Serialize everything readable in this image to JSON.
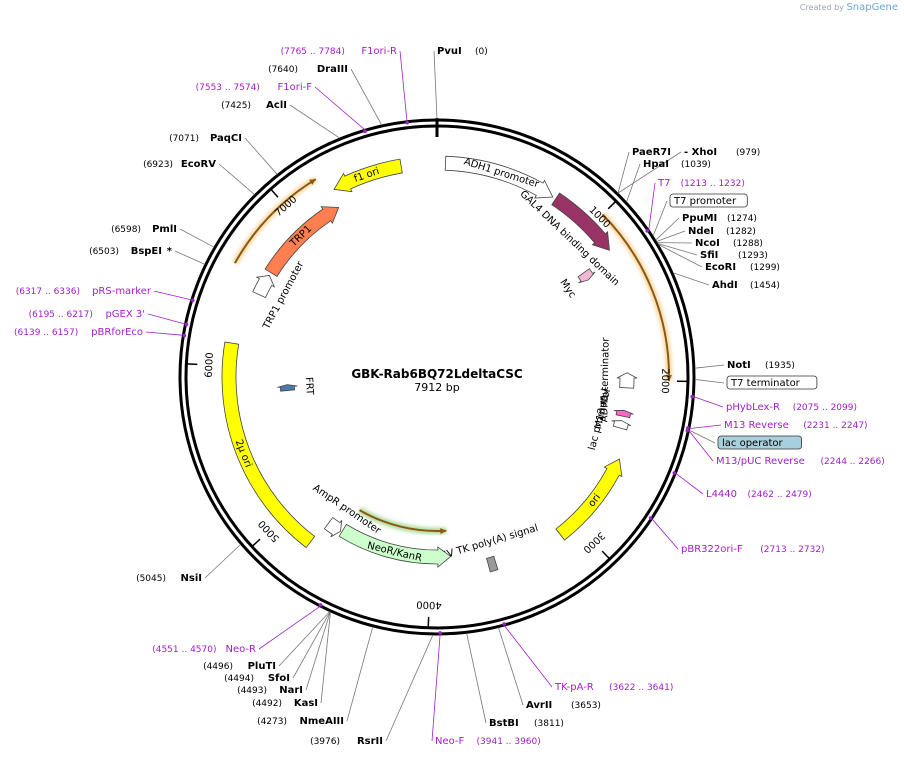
{
  "credit": {
    "prefix": "Created by",
    "brand": "SnapGene"
  },
  "plasmid": {
    "name": "GBK-Rab6BQ72LdeltaCSC",
    "size_label": "7912 bp",
    "length": 7912
  },
  "ticks": [
    {
      "pos": 1000,
      "label": "1000"
    },
    {
      "pos": 2000,
      "label": "2000"
    },
    {
      "pos": 3000,
      "label": "3000"
    },
    {
      "pos": 4000,
      "label": "4000"
    },
    {
      "pos": 5000,
      "label": "5000"
    },
    {
      "pos": 6000,
      "label": "6000"
    },
    {
      "pos": 7000,
      "label": "7000"
    }
  ],
  "sites": [
    {
      "id": "pvui",
      "name": "PvuI",
      "pos": 0,
      "coord": "(0)",
      "bold": true,
      "color": "#000000"
    },
    {
      "id": "paer7i",
      "name": "PaeR7I",
      "pos": 979,
      "coord": "",
      "bold": true,
      "color": "#000000"
    },
    {
      "id": "xhoi",
      "name": "- XhoI",
      "pos": 979,
      "coord": "(979)",
      "bold": true,
      "color": "#000000"
    },
    {
      "id": "hpai",
      "name": "HpaI",
      "pos": 1039,
      "coord": "(1039)",
      "bold": true,
      "color": "#000000"
    },
    {
      "id": "t7",
      "name": "T7",
      "pos": 1213,
      "coord": "(1213 .. 1232)",
      "bold": false,
      "color": "#a020c8"
    },
    {
      "id": "t7-promoter",
      "name": "T7 promoter",
      "pos": 1250,
      "coord": "",
      "bold": false,
      "color": "#000000",
      "boxed": true
    },
    {
      "id": "ppumi",
      "name": "PpuMI",
      "pos": 1274,
      "coord": "(1274)",
      "bold": true,
      "color": "#000000"
    },
    {
      "id": "ndei",
      "name": "NdeI",
      "pos": 1282,
      "coord": "(1282)",
      "bold": true,
      "color": "#000000"
    },
    {
      "id": "ncoi",
      "name": "NcoI",
      "pos": 1288,
      "coord": "(1288)",
      "bold": true,
      "color": "#000000"
    },
    {
      "id": "sfii",
      "name": "SfiI",
      "pos": 1293,
      "coord": "(1293)",
      "bold": true,
      "color": "#000000"
    },
    {
      "id": "ecori",
      "name": "EcoRI",
      "pos": 1299,
      "coord": "(1299)",
      "bold": true,
      "color": "#000000"
    },
    {
      "id": "ahdi",
      "name": "AhdI",
      "pos": 1454,
      "coord": "(1454)",
      "bold": true,
      "color": "#000000"
    },
    {
      "id": "noti",
      "name": "NotI",
      "pos": 1935,
      "coord": "(1935)",
      "bold": true,
      "color": "#000000"
    },
    {
      "id": "t7-terminator",
      "name": "T7 terminator",
      "pos": 1990,
      "coord": "",
      "bold": false,
      "color": "#000000",
      "boxed": true
    },
    {
      "id": "phyblex-r",
      "name": "pHybLex-R",
      "pos": 2075,
      "coord": "(2075 .. 2099)",
      "bold": false,
      "color": "#a020c8"
    },
    {
      "id": "m13-reverse",
      "name": "M13 Reverse",
      "pos": 2231,
      "coord": "(2231 .. 2247)",
      "bold": false,
      "color": "#a020c8"
    },
    {
      "id": "lac-operator",
      "name": "lac operator",
      "pos": 2240,
      "coord": "",
      "bold": false,
      "color": "#000000",
      "boxed": true,
      "fill": "#a8d0dc"
    },
    {
      "id": "m13-puc-reverse",
      "name": "M13/pUC Reverse",
      "pos": 2244,
      "coord": "(2244 .. 2266)",
      "bold": false,
      "color": "#a020c8"
    },
    {
      "id": "l4440",
      "name": "L4440",
      "pos": 2462,
      "coord": "(2462 .. 2479)",
      "bold": false,
      "color": "#a020c8"
    },
    {
      "id": "pbr322ori-f",
      "name": "pBR322ori-F",
      "pos": 2713,
      "coord": "(2713 .. 2732)",
      "bold": false,
      "color": "#a020c8"
    },
    {
      "id": "tk-pa-r",
      "name": "TK-pA-R",
      "pos": 3622,
      "coord": "(3622 .. 3641)",
      "bold": false,
      "color": "#a020c8"
    },
    {
      "id": "avrii",
      "name": "AvrII",
      "pos": 3653,
      "coord": "(3653)",
      "bold": true,
      "color": "#000000"
    },
    {
      "id": "bstbi",
      "name": "BstBI",
      "pos": 3811,
      "coord": "(3811)",
      "bold": true,
      "color": "#000000"
    },
    {
      "id": "neo-f",
      "name": "Neo-F",
      "pos": 3941,
      "coord": "(3941 .. 3960)",
      "bold": false,
      "color": "#a020c8"
    },
    {
      "id": "rsrii",
      "name": "RsrII",
      "pos": 3976,
      "coord": "(3976)",
      "bold": true,
      "color": "#000000"
    },
    {
      "id": "nmeaiii",
      "name": "NmeAIII",
      "pos": 4273,
      "coord": "(4273)",
      "bold": true,
      "color": "#000000"
    },
    {
      "id": "kasi",
      "name": "KasI",
      "pos": 4492,
      "coord": "(4492)",
      "bold": true,
      "color": "#000000"
    },
    {
      "id": "nari",
      "name": "NarI",
      "pos": 4493,
      "coord": "(4493)",
      "bold": true,
      "color": "#000000"
    },
    {
      "id": "sfoi",
      "name": "SfoI",
      "pos": 4494,
      "coord": "(4494)",
      "bold": true,
      "color": "#000000"
    },
    {
      "id": "pluti",
      "name": "PluTI",
      "pos": 4496,
      "coord": "(4496)",
      "bold": true,
      "color": "#000000"
    },
    {
      "id": "neo-r",
      "name": "Neo-R",
      "pos": 4551,
      "coord": "(4551 .. 4570)",
      "bold": false,
      "color": "#a020c8"
    },
    {
      "id": "nsii",
      "name": "NsiI",
      "pos": 5045,
      "coord": "(5045)",
      "bold": true,
      "color": "#000000"
    },
    {
      "id": "pbrforeco",
      "name": "pBRforEco",
      "pos": 6139,
      "coord": "(6139 .. 6157)",
      "bold": false,
      "color": "#a020c8"
    },
    {
      "id": "pgex-3",
      "name": "pGEX 3'",
      "pos": 6195,
      "coord": "(6195 .. 6217)",
      "bold": false,
      "color": "#a020c8"
    },
    {
      "id": "prs-marker",
      "name": "pRS-marker",
      "pos": 6317,
      "coord": "(6317 .. 6336)",
      "bold": false,
      "color": "#a020c8"
    },
    {
      "id": "bspei",
      "name": "BspEI",
      "pos": 6503,
      "coord": "(6503)",
      "bold": true,
      "color": "#000000",
      "star": "*"
    },
    {
      "id": "pmli",
      "name": "PmlI",
      "pos": 6598,
      "coord": "(6598)",
      "bold": true,
      "color": "#000000"
    },
    {
      "id": "ecorv",
      "name": "EcoRV",
      "pos": 6923,
      "coord": "(6923)",
      "bold": true,
      "color": "#000000"
    },
    {
      "id": "paqci",
      "name": "PaqCI",
      "pos": 7071,
      "coord": "(7071)",
      "bold": true,
      "color": "#000000"
    },
    {
      "id": "acli",
      "name": "AclI",
      "pos": 7425,
      "coord": "(7425)",
      "bold": true,
      "color": "#000000"
    },
    {
      "id": "f1ori-f",
      "name": "F1ori-F",
      "pos": 7553,
      "coord": "(7553 .. 7574)",
      "bold": false,
      "color": "#a020c8"
    },
    {
      "id": "draiii",
      "name": "DraIII",
      "pos": 7640,
      "coord": "(7640)",
      "bold": true,
      "color": "#000000"
    },
    {
      "id": "f1ori-r",
      "name": "F1ori-R",
      "pos": 7765,
      "coord": "(7765 .. 7784)",
      "bold": false,
      "color": "#a020c8"
    }
  ],
  "features": [
    {
      "id": "f1-ori",
      "label": "f1 ori",
      "start": 7280,
      "end": 7700,
      "strand": -1,
      "color": "#ffff00"
    },
    {
      "id": "adh1-promoter",
      "label": "ADH1 promoter",
      "start": 50,
      "end": 720,
      "strand": 1,
      "color": "#ffffff"
    },
    {
      "id": "gal4-dna-binding-domain",
      "label": "GAL4 DNA binding domain",
      "start": 740,
      "end": 1180,
      "strand": 1,
      "color": "#993366"
    },
    {
      "id": "myc",
      "label": "Myc",
      "start": 1200,
      "end": 1260,
      "strand": 1,
      "color": "#f4b6d6"
    },
    {
      "id": "adh1-terminator",
      "label": "ADH1 terminator",
      "start": 1950,
      "end": 2050,
      "strand": -1,
      "color": "#ffffff"
    },
    {
      "id": "m13-rev",
      "label": "M13 rev",
      "start": 2200,
      "end": 2240,
      "strand": -1,
      "color": "#ff66cc"
    },
    {
      "id": "lac-promoter",
      "label": "lac promoter",
      "start": 2270,
      "end": 2320,
      "strand": -1,
      "color": "#ffffff"
    },
    {
      "id": "ori",
      "label": "ori",
      "start": 2510,
      "end": 3120,
      "strand": -1,
      "color": "#ffff00"
    },
    {
      "id": "hsv-tk-polya-signal",
      "label": "HSV TK poly(A) signal",
      "start": 3570,
      "end": 3620,
      "strand": 0,
      "color": "#999999"
    },
    {
      "id": "neor-kanr",
      "label": "NeoR/KanR",
      "start": 3860,
      "end": 4650,
      "strand": -1,
      "color": "#ccffcc"
    },
    {
      "id": "ampr-promoter",
      "label": "AmpR promoter",
      "start": 4660,
      "end": 4760,
      "strand": -1,
      "color": "#ffffff"
    },
    {
      "id": "2u-ori",
      "label": "2μ ori",
      "start": 4780,
      "end": 6140,
      "strand": 0,
      "color": "#ffff00"
    },
    {
      "id": "frt",
      "label": "FRT",
      "start": 5820,
      "end": 5870,
      "strand": 1,
      "color": "#4a7aa5"
    },
    {
      "id": "trp1-promoter",
      "label": "TRP1 promoter",
      "start": 6480,
      "end": 6620,
      "strand": 1,
      "color": "#ffffff"
    },
    {
      "id": "trp1",
      "label": "TRP1",
      "start": 6640,
      "end": 7250,
      "strand": 1,
      "color": "#ff7f50"
    }
  ],
  "orfs": [
    {
      "id": "orf-gal4-orange",
      "start": 1000,
      "end": 2000,
      "strand": 1,
      "color": "#f3b24a"
    },
    {
      "id": "orf-trp1-orange",
      "start": 6580,
      "end": 7220,
      "strand": 1,
      "color": "#f3b24a"
    },
    {
      "id": "orf-neo-green",
      "start": 3880,
      "end": 4620,
      "strand": -1,
      "color": "#5bb53c"
    }
  ]
}
